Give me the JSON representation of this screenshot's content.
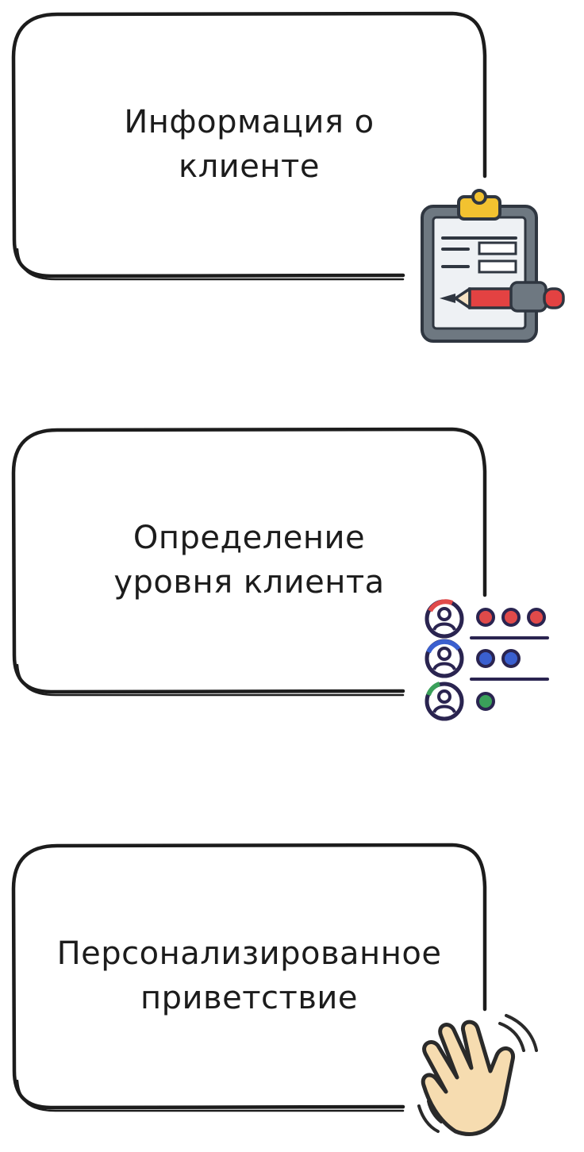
{
  "cards": [
    {
      "line1": "Информация о",
      "line2": "клиенте",
      "icon": "clipboard-pen-icon"
    },
    {
      "line1": "Определение",
      "line2": "уровня клиента",
      "icon": "customer-tiers-icon"
    },
    {
      "line1": "Персонализированное",
      "line2": "приветствие",
      "icon": "waving-hand-icon"
    }
  ],
  "colors": {
    "ink": "#1c1c1c",
    "tier_top": "#e04a4a",
    "tier_mid": "#3a5fcf",
    "tier_low": "#3aa05a",
    "clipboard_frame": "#6e7881",
    "clipboard_clip": "#f2c230",
    "pen_red": "#e34242",
    "hand_skin": "#f6dcb0"
  }
}
